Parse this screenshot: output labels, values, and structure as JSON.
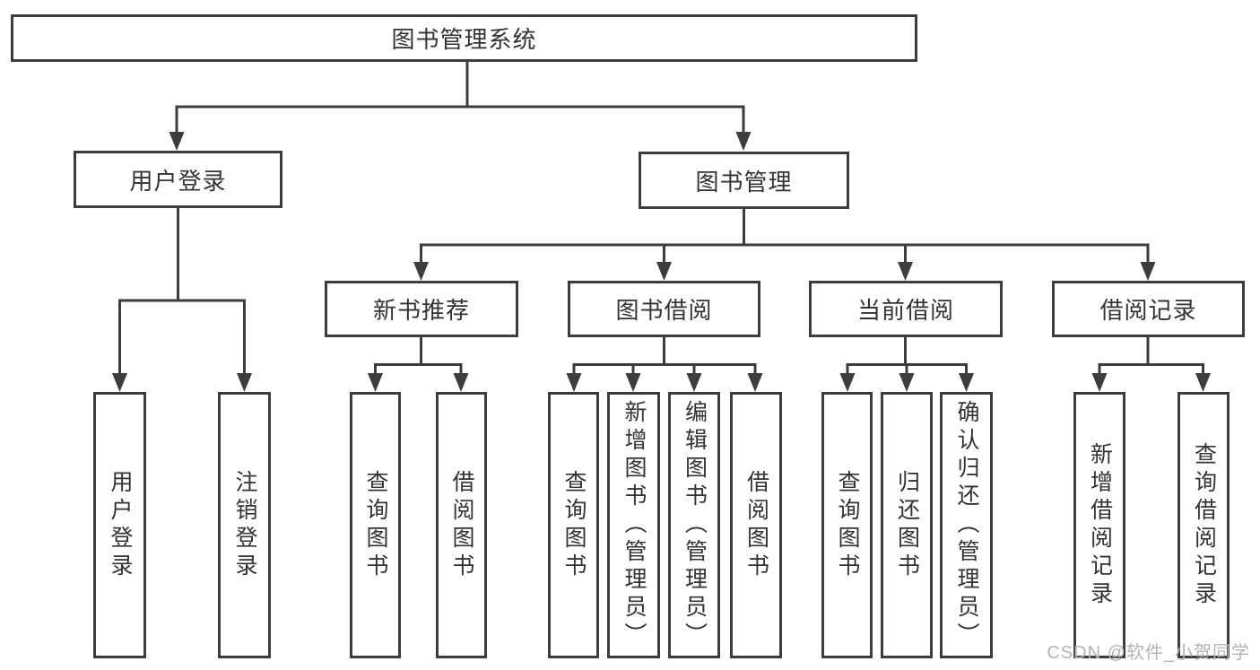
{
  "diagram": {
    "title": "图书管理系统",
    "level1": [
      {
        "label": "用户登录"
      },
      {
        "label": "图书管理"
      }
    ],
    "level2": [
      {
        "label": "新书推荐"
      },
      {
        "label": "图书借阅"
      },
      {
        "label": "当前借阅"
      },
      {
        "label": "借阅记录"
      }
    ],
    "leaves": {
      "user": [
        {
          "label": "用户登录"
        },
        {
          "label": "注销登录"
        }
      ],
      "recommend": [
        {
          "label": "查询图书"
        },
        {
          "label": "借阅图书"
        }
      ],
      "borrow": [
        {
          "label": "查询图书"
        },
        {
          "label": "新增图书（管理员）"
        },
        {
          "label": "编辑图书（管理员）"
        },
        {
          "label": "借阅图书"
        }
      ],
      "current": [
        {
          "label": "查询图书"
        },
        {
          "label": "归还图书"
        },
        {
          "label": "确认归还（管理员）"
        }
      ],
      "records": [
        {
          "label": "新增借阅记录"
        },
        {
          "label": "查询借阅记录"
        }
      ]
    },
    "watermark": "CSDN @软件_小贺同学",
    "colors": {
      "line": "#3d3d3d",
      "text": "#333333",
      "watermark": "#b4b4b4",
      "background": "#ffffff"
    }
  }
}
